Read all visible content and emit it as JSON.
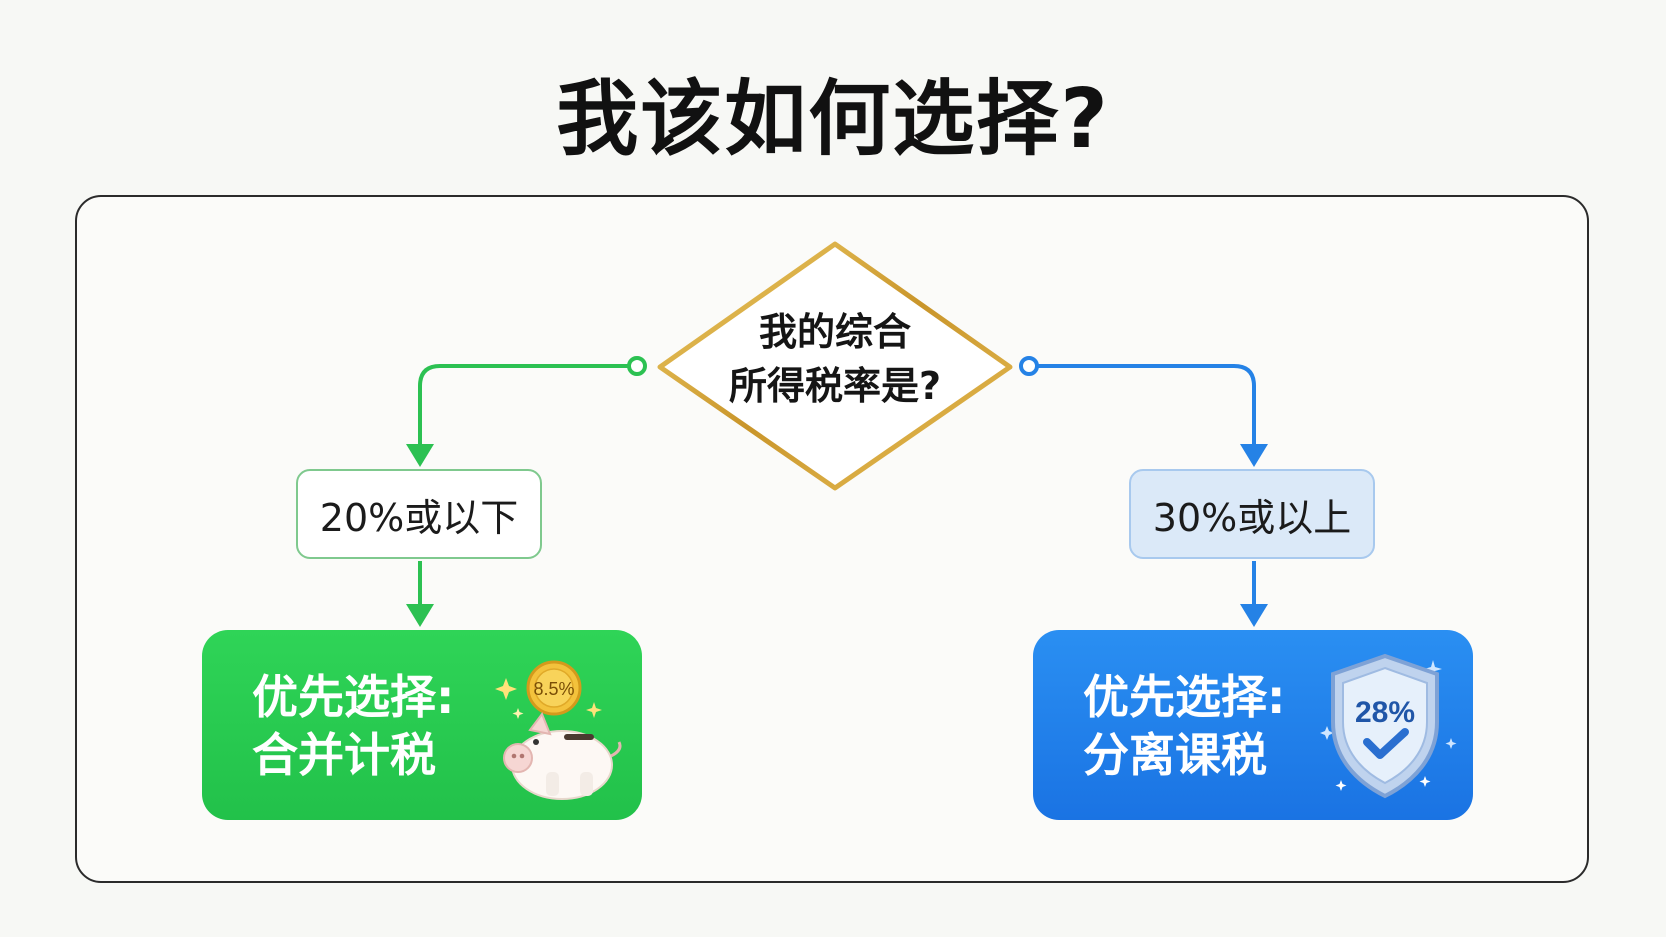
{
  "title": "我该如何选择?",
  "decision": {
    "line1": "我的综合",
    "line2": "所得税率是?"
  },
  "branches": {
    "left": {
      "condition": "20%或以下",
      "result_line1": "优先选择:",
      "result_line2": "合并计税",
      "icon_badge": "8.5%",
      "icon": "piggy-bank-icon"
    },
    "right": {
      "condition": "30%或以上",
      "result_line1": "优先选择:",
      "result_line2": "分离课税",
      "icon_badge": "28%",
      "icon": "shield-check-icon"
    }
  },
  "colors": {
    "green": "#22c14a",
    "blue": "#1a73e3",
    "gold": "#d4a630"
  }
}
